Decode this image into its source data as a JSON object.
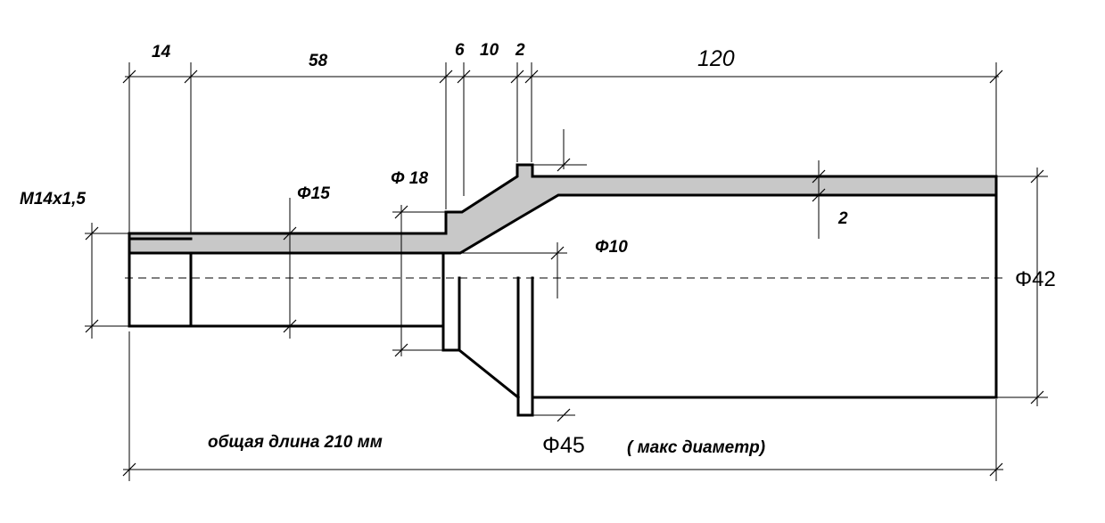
{
  "drawing": {
    "dimensions": {
      "len_14": "14",
      "len_58": "58",
      "len_6": "6",
      "len_10": "10",
      "len_2_top": "2",
      "len_120": "120",
      "thread": "M14x1,5",
      "dia_15": "Φ15",
      "dia_18": "Φ 18",
      "wall_2": "2",
      "dia_10": "Φ10",
      "dia_42": "Φ42",
      "dia_45": "Φ45",
      "max_dia_note": "( макс диаметр)",
      "total_length": "общая длина 210 мм"
    }
  }
}
